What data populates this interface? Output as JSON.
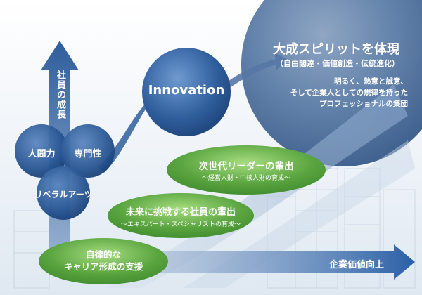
{
  "vertical_arrow": {
    "label": "社員の成長"
  },
  "circles": {
    "human": "人間力",
    "expertise": "専門性",
    "liberal_arts": "リベラルアーツ"
  },
  "innovation": {
    "label": "Innovation"
  },
  "vision": {
    "title": "大成スピリットを体現",
    "subtitle": "（自由闊達・価値創造・伝統進化）",
    "desc_line1": "明るく、熱意と誠意、",
    "desc_line2": "そして企業人としての規律を持った",
    "desc_line3": "プロフェッショナルの集団"
  },
  "steps": {
    "leaders": {
      "title": "次世代リーダーの輩出",
      "sub": "～経営人財・中核人財の育成～"
    },
    "challenge": {
      "title": "未来に挑戦する社員の輩出",
      "sub": "～エキスパート・スペシャリストの育成～"
    },
    "career": {
      "line1": "自律的な",
      "line2": "キャリア形成の支援"
    }
  },
  "horizontal_arrow": {
    "label": "企業価値向上"
  },
  "colors": {
    "navy": "#1e4a86",
    "blue_mid": "#3d6fa8",
    "green": "#4f9a3b",
    "green_light": "#8fcf6a",
    "arrow_blue": "#2d62a5"
  }
}
